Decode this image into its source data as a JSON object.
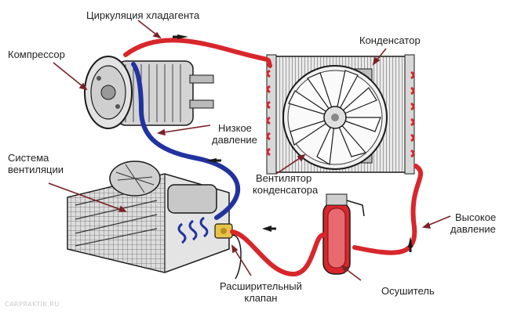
{
  "labels": {
    "circulation": "Циркуляция хладагента",
    "compressor": "Компрессор",
    "condenser": "Конденсатор",
    "low_pressure_1": "Низкое",
    "low_pressure_2": "давление",
    "ventilation_1": "Система",
    "ventilation_2": "вентиляции",
    "fan_1": "Вентилятор",
    "fan_2": "конденсатора",
    "high_pressure_1": "Высокое",
    "high_pressure_2": "давление",
    "valve_1": "Расширительный",
    "valve_2": "клапан",
    "dryer": "Осушитель"
  },
  "watermark": "CARPRAKTIK.RU",
  "colors": {
    "high_pressure_line": "#d8262b",
    "low_pressure_line": "#2233a0",
    "pointer": "#7a2226",
    "metal": "#cfcfcf",
    "outline": "#1a1a1a"
  }
}
